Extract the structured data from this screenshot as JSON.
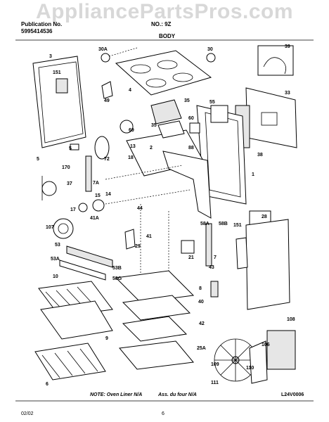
{
  "watermark": "AppliancePartsPros.com",
  "header": {
    "left_line1": "Publication No.",
    "left_line2": "5995414536",
    "model": "NO.: 9Z",
    "section": "BODY"
  },
  "labels": [
    "3",
    "151",
    "30A",
    "4",
    "49",
    "30",
    "39",
    "33",
    "35",
    "60",
    "55",
    "35",
    "69",
    "88",
    "13",
    "72",
    "18",
    "2",
    "1",
    "38",
    "5",
    "170",
    "5",
    "37",
    "7A",
    "14",
    "15",
    "17",
    "41A",
    "44",
    "107",
    "58A",
    "58B",
    "151",
    "28",
    "41",
    "29",
    "21",
    "7",
    "53",
    "53A",
    "53B",
    "58G",
    "43",
    "8",
    "10",
    "40",
    "42",
    "25A",
    "9",
    "108",
    "106",
    "109",
    "110",
    "111",
    "6"
  ],
  "footer": {
    "note": "NOTE: Oven Liner N/A",
    "note2": "Ass. du four N/A",
    "code": "L24V0006",
    "date": "02/02",
    "page": "6"
  }
}
